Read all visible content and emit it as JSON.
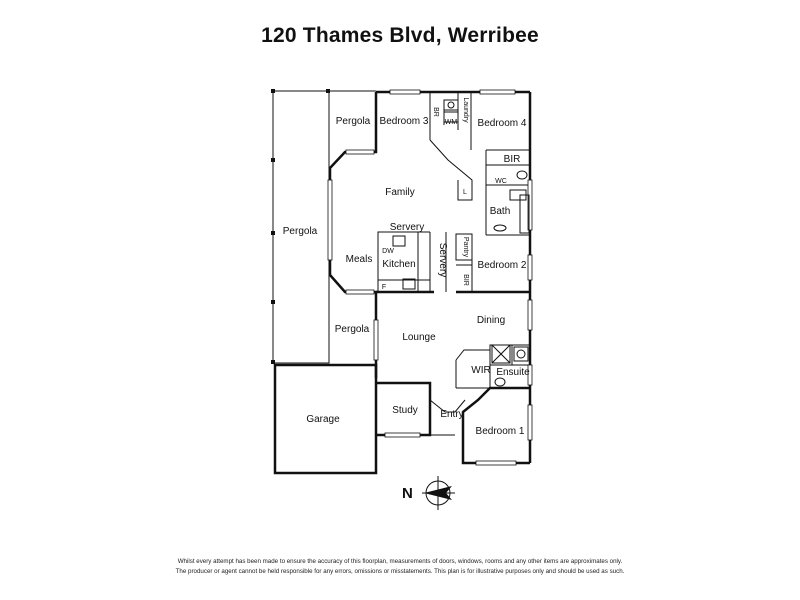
{
  "title": "120 Thames Blvd, Werribee",
  "rooms": {
    "pergola_main": "Pergola",
    "pergola_top": "Pergola",
    "pergola_side": "Pergola",
    "bedroom3": "Bedroom 3",
    "br": "BR",
    "wm": "WM",
    "laundry": "Laundry",
    "bedroom4": "Bedroom 4",
    "bir_top": "BIR",
    "family": "Family",
    "l": "L",
    "wc": "WC",
    "bath": "Bath",
    "servery_top": "Servery",
    "dw": "DW",
    "meals": "Meals",
    "kitchen": "Kitchen",
    "servery_side": "Servery",
    "pantry": "Pantry",
    "bedroom2": "Bedroom 2",
    "bir_mid": "BIR",
    "f": "F",
    "dining": "Dining",
    "lounge": "Lounge",
    "wir": "WIR",
    "ensuite": "Ensuite",
    "garage": "Garage",
    "study": "Study",
    "entry": "Entry",
    "bedroom1": "Bedroom 1"
  },
  "compass": {
    "label": "N"
  },
  "disclaimer": {
    "line1": "Whilst every attempt has been made to ensure the accuracy of this floorplan, measurements of doors, windows, rooms and any other items are approximates only.",
    "line2": "The producer or agent cannot be held responsible for any errors, omissions or misstatements. This plan is for illustrative purposes only and should be used as such."
  }
}
